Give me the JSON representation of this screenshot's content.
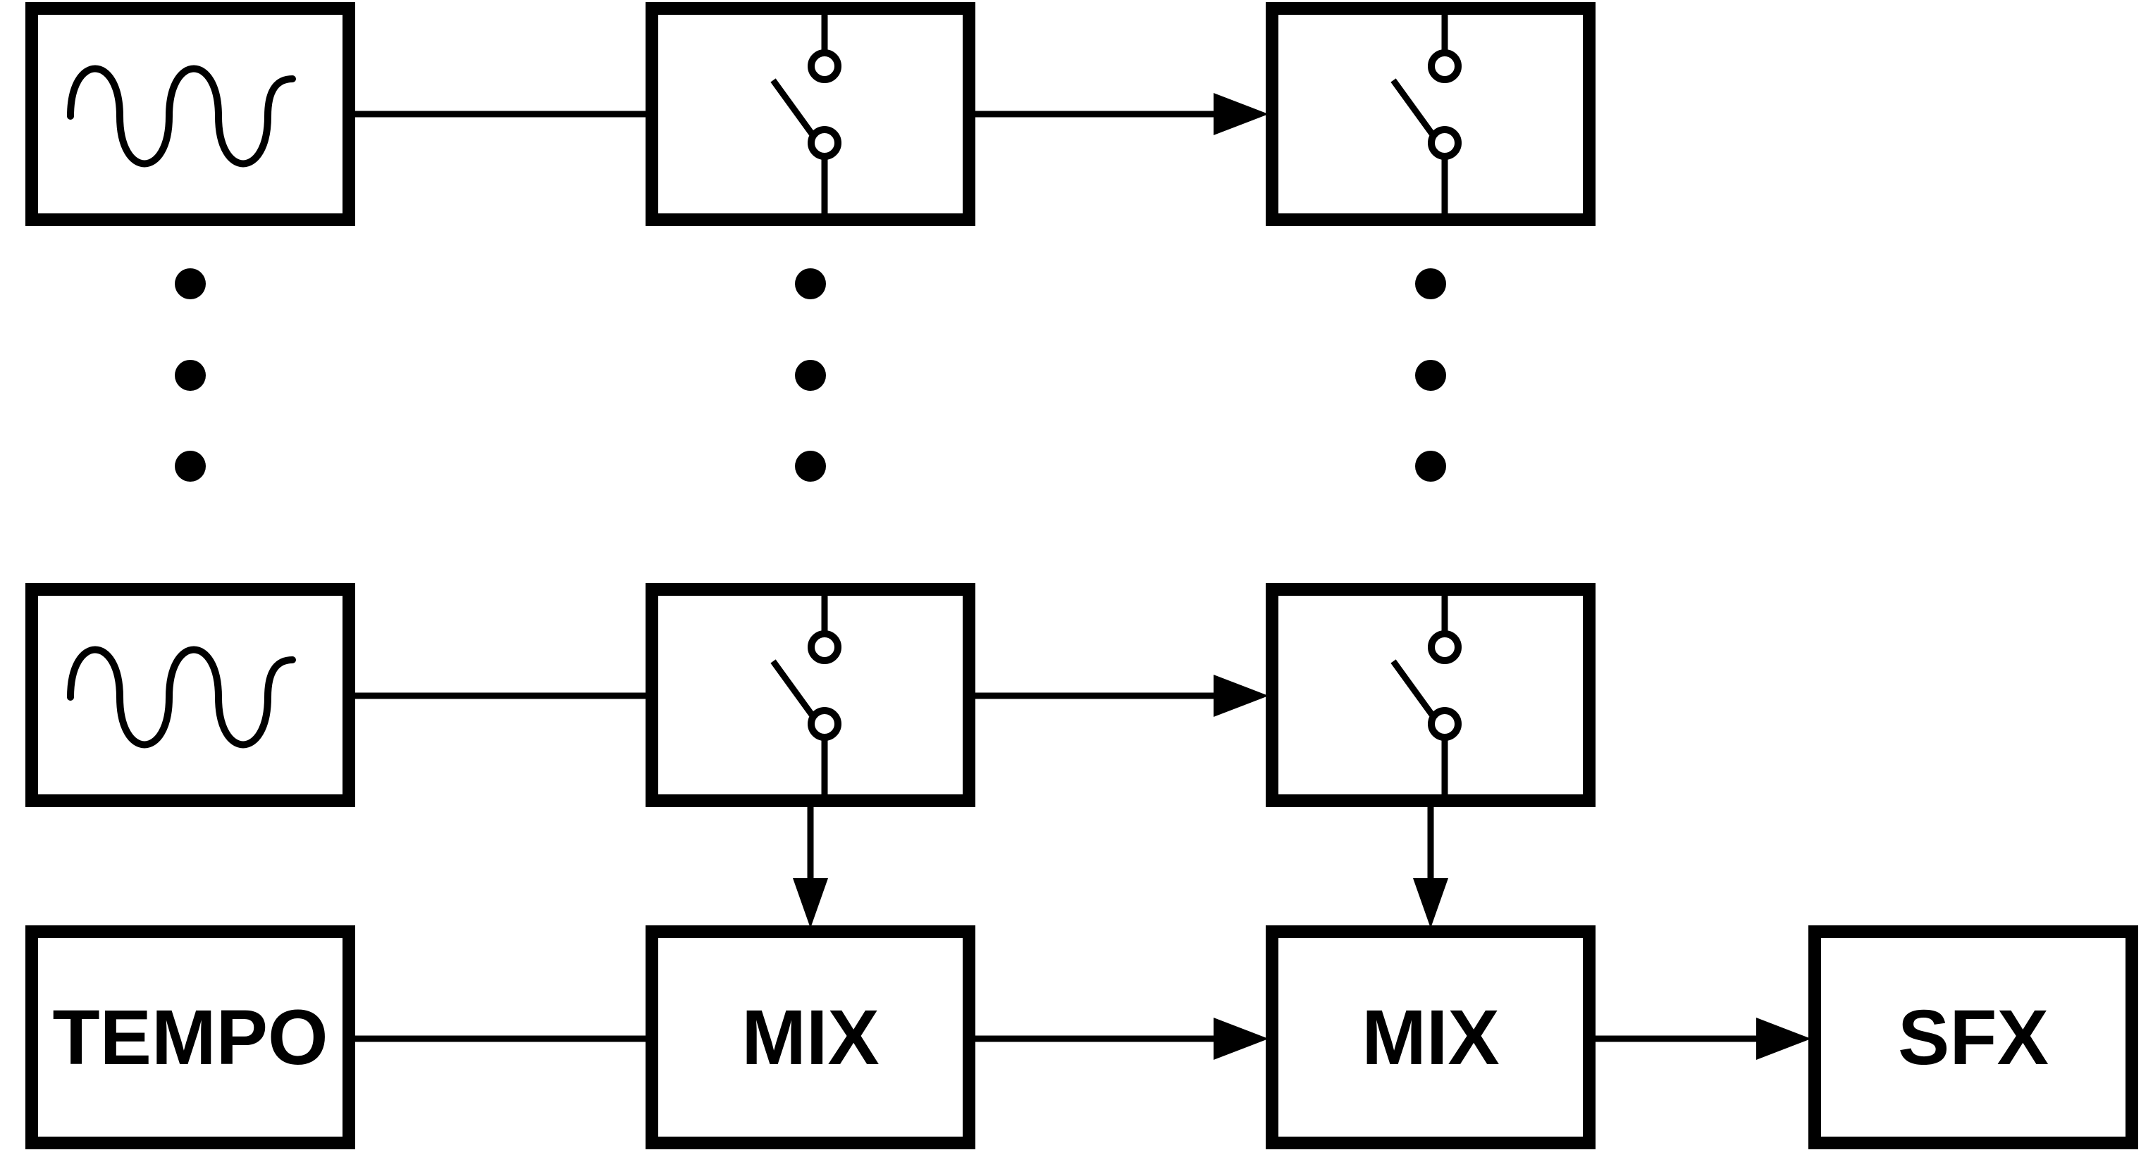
{
  "colors": {
    "stroke": "#000000",
    "background": "#ffffff"
  },
  "labels": {
    "tempo": "TEMPO",
    "mix_1": "MIX",
    "mix_2": "MIX",
    "sfx": "SFX"
  },
  "icons": {
    "oscillator": "sine-wave-icon",
    "switch": "switch-icon",
    "ellipsis": "vertical-ellipsis"
  }
}
